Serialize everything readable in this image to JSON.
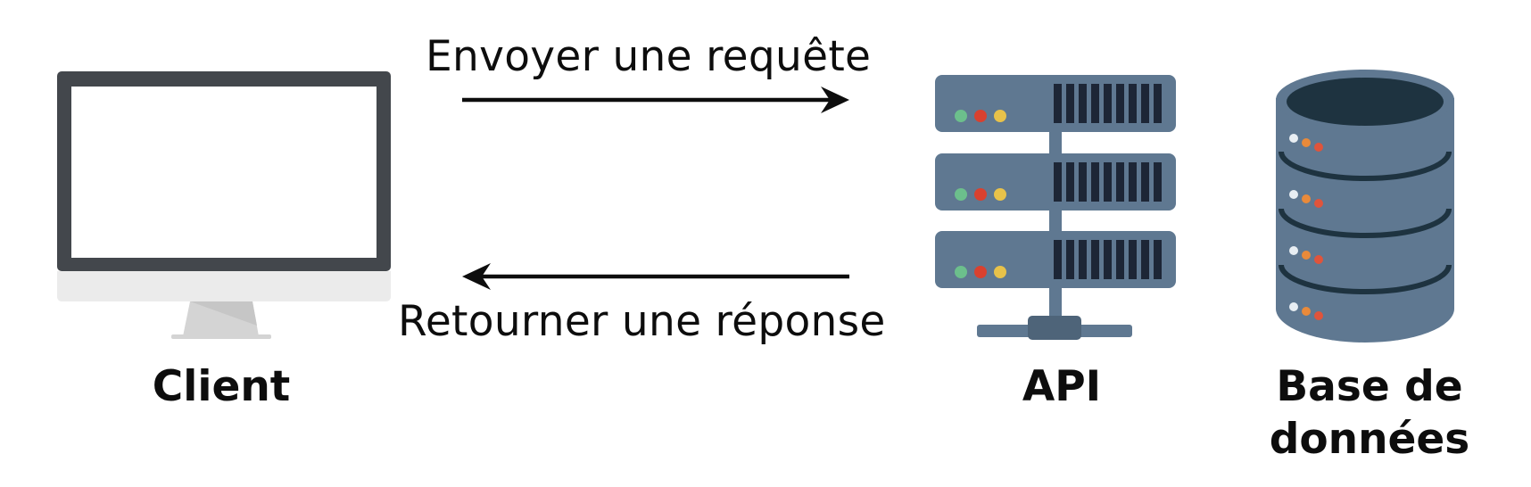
{
  "diagram": {
    "arrows": {
      "request_label": "Envoyer une requête",
      "response_label": "Retourner une réponse"
    },
    "nodes": {
      "client_label": "Client",
      "api_label": "API",
      "database_label_line1": "Base de",
      "database_label_line2": "données"
    }
  },
  "colors": {
    "text": "#0d0d0d",
    "monitor_frame": "#43474c",
    "monitor_screen": "#ffffff",
    "monitor_chin": "#ebebeb",
    "monitor_stand": "#d4d4d4",
    "server_body": "#5f7891",
    "server_vents": "#1d2636",
    "led_green": "#6cbf8c",
    "led_red": "#d9412f",
    "led_yellow": "#e8c24a",
    "db_body": "#5f7891",
    "db_top": "#1e3340",
    "db_led_white": "#e8eef3",
    "db_led_orange": "#e98a3a",
    "db_led_red": "#e0543b"
  },
  "icons": {
    "client": "monitor-icon",
    "api": "server-rack-icon",
    "database": "database-cylinder-icon"
  }
}
